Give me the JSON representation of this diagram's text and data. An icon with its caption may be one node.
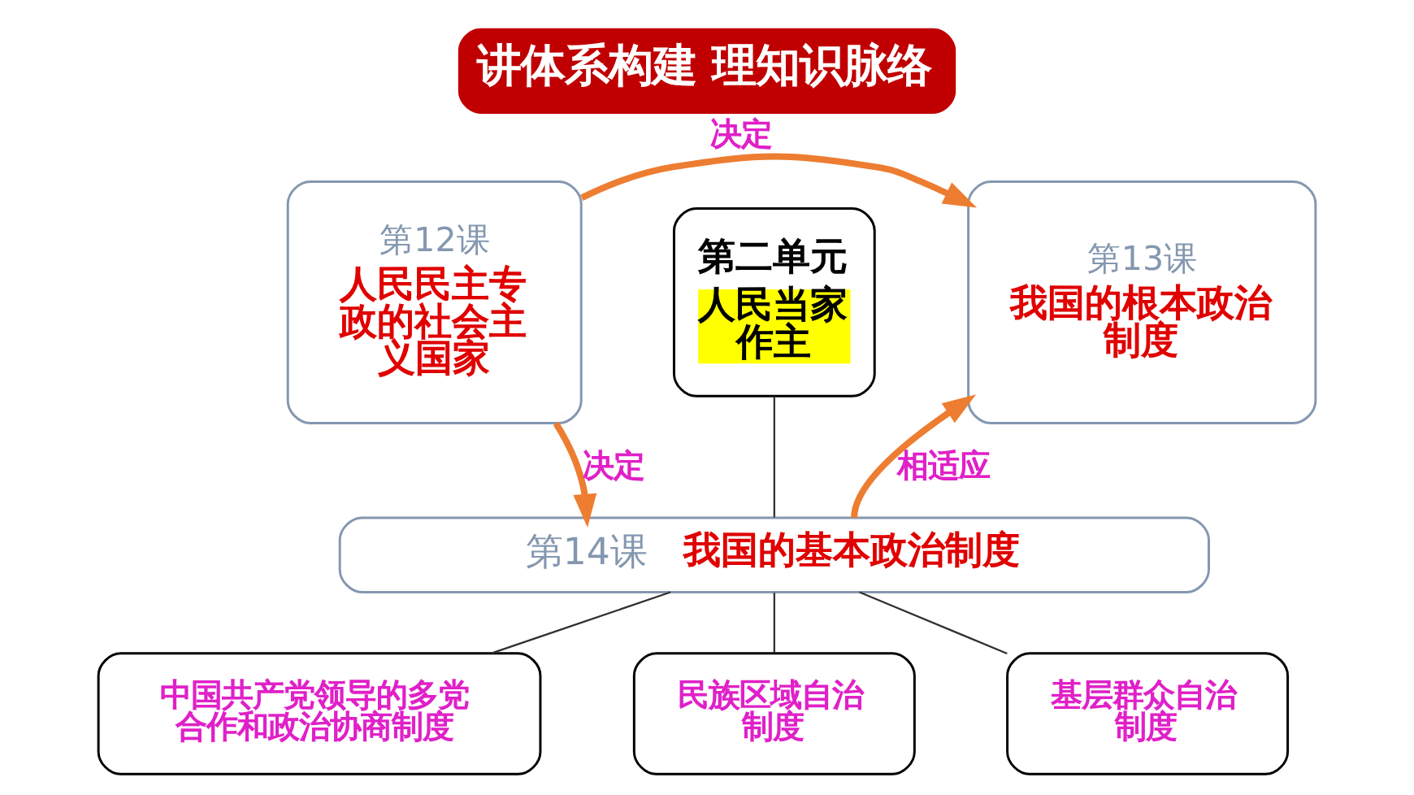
{
  "diagram": {
    "title": "讲体系构建 理知识脉络",
    "nodes": [
      {
        "text": [
          "第12课",
          "人民民主专政的社会主义国家"
        ]
      },
      {
        "text": [
          "第二单元",
          "人民当家作主"
        ]
      },
      {
        "text": [
          "第13课",
          "我国的根本政治制度"
        ]
      },
      {
        "text": [
          "第14课",
          "我国的基本政治制度"
        ]
      },
      {
        "text": [
          "中国共产党领导的多党合作和政治协商制度"
        ]
      },
      {
        "text": [
          "民族区域自治制度"
        ]
      },
      {
        "text": [
          "基层群众自治制度"
        ]
      }
    ],
    "edges": [
      {
        "from": 0,
        "to": 2,
        "arrow": "to",
        "label": "决定",
        "style": "thick",
        "color": "#ed7d31"
      },
      {
        "from": 0,
        "to": 3,
        "arrow": "to",
        "label": "决定",
        "style": "thick",
        "color": "#ed7d31"
      },
      {
        "from": 3,
        "to": 2,
        "arrow": "to",
        "label": "相适应",
        "style": "thick",
        "color": "#ed7d31"
      },
      {
        "from": 1,
        "to": 3,
        "arrow": "none"
      },
      {
        "from": 3,
        "to": 4,
        "arrow": "none"
      },
      {
        "from": 3,
        "to": 5,
        "arrow": "none"
      },
      {
        "from": 3,
        "to": 6,
        "arrow": "none"
      }
    ]
  }
}
